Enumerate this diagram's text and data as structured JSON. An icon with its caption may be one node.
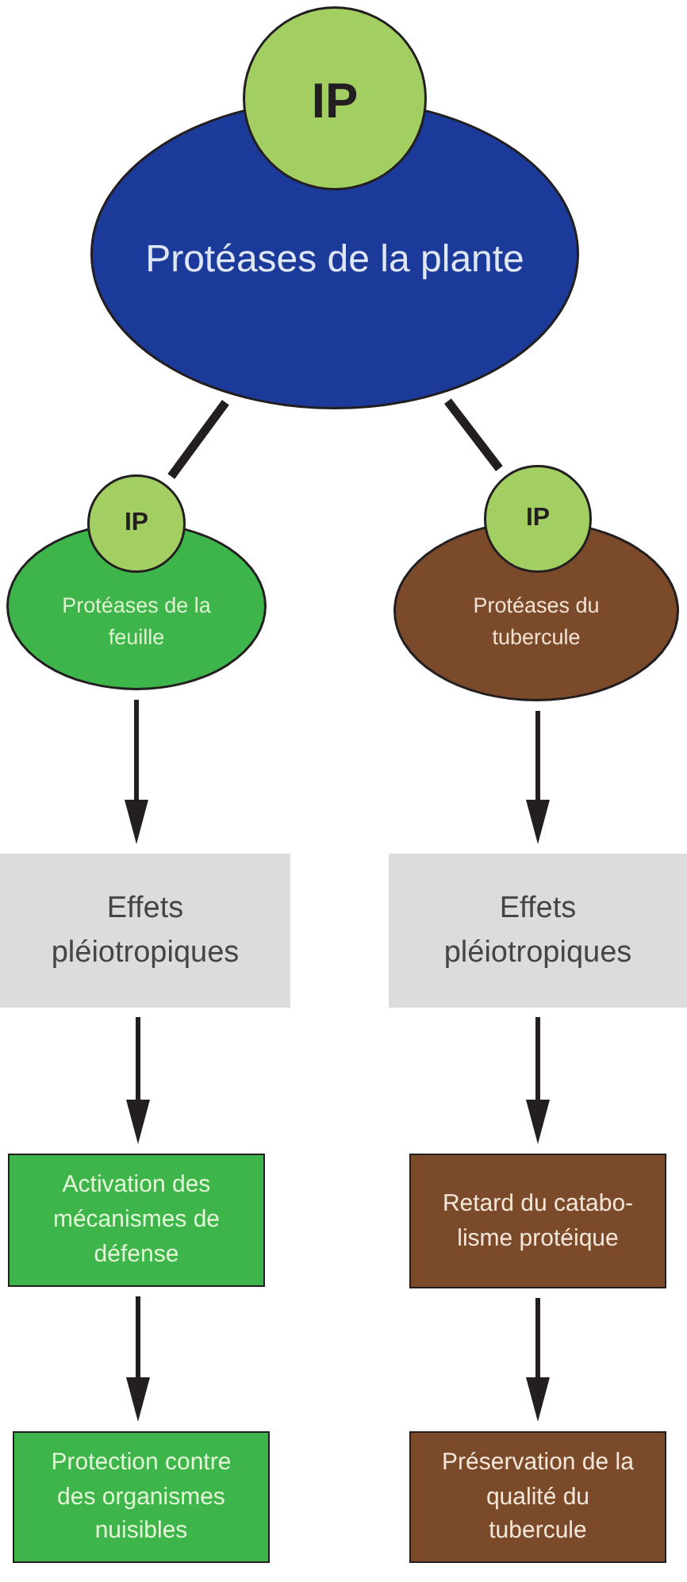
{
  "diagram": {
    "nodes": [
      {
        "text": [
          "IP"
        ]
      },
      {
        "text": [
          "Protéases de la plante"
        ]
      },
      {
        "text": [
          "IP"
        ]
      },
      {
        "text": [
          "IP"
        ]
      },
      {
        "text": [
          "Protéases de la feuille"
        ]
      },
      {
        "text": [
          "Protéases du tubercule"
        ]
      },
      {
        "text": [
          "Effets pléiotropiques"
        ]
      },
      {
        "text": [
          "Effets pléiotropiques"
        ]
      },
      {
        "text": [
          "Activation des mécanismes de défense"
        ]
      },
      {
        "text": [
          "Retard du catabo- lisme protéique"
        ]
      },
      {
        "text": [
          "Protection contre des organismes nuisibles"
        ]
      },
      {
        "text": [
          "Préservation de la qualité du tubercule"
        ]
      }
    ],
    "edges": [
      {
        "from": 1,
        "to": 2,
        "arrow": "none",
        "style": "thick"
      },
      {
        "from": 1,
        "to": 3,
        "arrow": "none",
        "style": "thick"
      },
      {
        "from": 4,
        "to": 6,
        "arrow": "to"
      },
      {
        "from": 5,
        "to": 7,
        "arrow": "to"
      },
      {
        "from": 6,
        "to": 8,
        "arrow": "to"
      },
      {
        "from": 7,
        "to": 9,
        "arrow": "to"
      },
      {
        "from": 8,
        "to": 10,
        "arrow": "to"
      },
      {
        "from": 9,
        "to": 11,
        "arrow": "to"
      }
    ]
  }
}
